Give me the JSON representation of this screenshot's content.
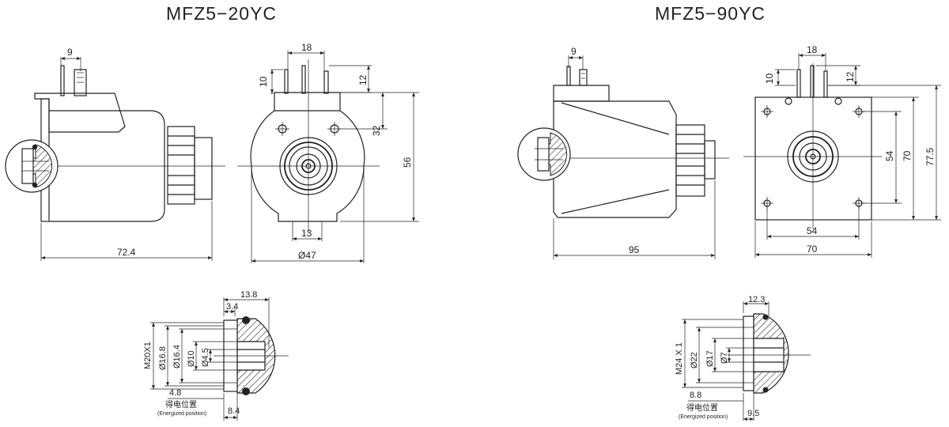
{
  "left": {
    "title": "MFZ5−20YC",
    "dims": {
      "pin_pitch": "9",
      "total_length": "72.4",
      "pin_spacing": "18",
      "pin_height_left": "10",
      "pin_height_right": "12",
      "hole_spacing": "32",
      "height": "56",
      "center_width": "13",
      "diameter": "Ø47"
    },
    "detail": {
      "top": "13.8",
      "groove": "3.4",
      "thread": "M20X1",
      "d1": "Ø16.8",
      "d2": "Ø16.4",
      "d3": "Ø10",
      "d4": "Ø4.5",
      "offset": "4.8",
      "bottom": "8.4",
      "energized_cn": "得电位置",
      "energized_en": "(Energized position)"
    }
  },
  "right": {
    "title": "MFZ5−90YC",
    "dims": {
      "pin_pitch": "9",
      "total_length": "95",
      "pin_spacing": "18",
      "pin_height_left": "10",
      "pin_height_right": "12",
      "hole_spacing_v": "54",
      "height_inner": "70",
      "height_outer": "77.5",
      "hole_spacing_h": "54",
      "width": "70"
    },
    "detail": {
      "top": "12.3",
      "thread": "M24 X 1",
      "d1": "Ø22",
      "d2": "Ø17",
      "d3": "Ø7",
      "offset": "8.8",
      "bottom": "9.5",
      "energized_cn": "得电位置",
      "energized_en": "(Energized position)"
    }
  }
}
